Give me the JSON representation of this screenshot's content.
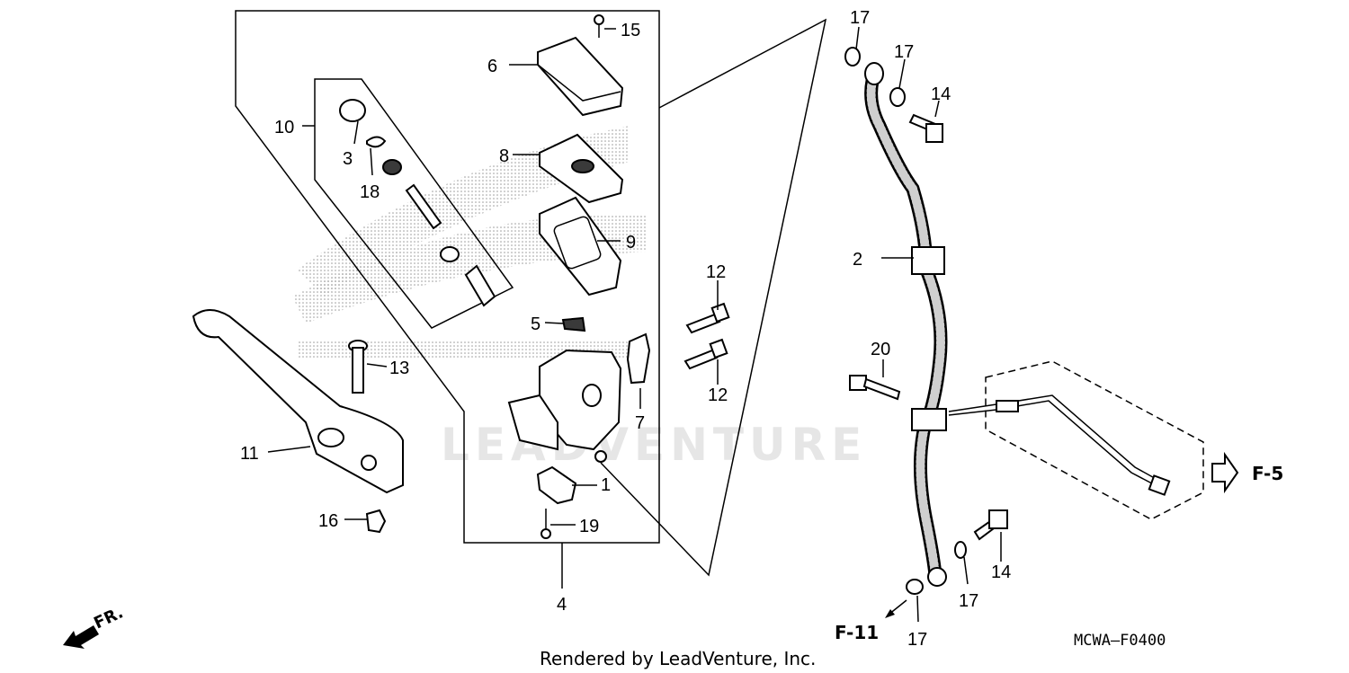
{
  "diagram": {
    "callouts": {
      "c1": "1",
      "c2": "2",
      "c3": "3",
      "c4": "4",
      "c5": "5",
      "c6": "6",
      "c7": "7",
      "c8": "8",
      "c9": "9",
      "c10": "10",
      "c11": "11",
      "c12a": "12",
      "c12b": "12",
      "c13": "13",
      "c14a": "14",
      "c14b": "14",
      "c15": "15",
      "c16": "16",
      "c17a": "17",
      "c17b": "17",
      "c17c": "17",
      "c17d": "17",
      "c18": "18",
      "c19": "19",
      "c20": "20"
    },
    "refs": {
      "f5": "F-5",
      "f11": "F-11",
      "fr": "FR."
    },
    "diagram_code": "MCWA—F0400",
    "credit": "Rendered by LeadVenture, Inc.",
    "watermark": "LEADVENTURE"
  }
}
